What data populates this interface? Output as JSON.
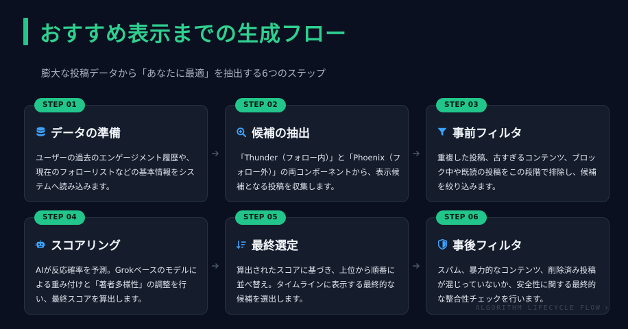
{
  "header": {
    "title": "おすすめ表示までの生成フロー",
    "subtitle": "膨大な投稿データから「あなたに最適」を抽出する6つのステップ"
  },
  "steps": [
    {
      "badge": "STEP 01",
      "icon": "database-icon",
      "title": "データの準備",
      "desc": "ユーザーの過去のエンゲージメント履歴や、現在のフォローリストなどの基本情報をシステムへ読み込みます。"
    },
    {
      "badge": "STEP 02",
      "icon": "search-plus-icon",
      "title": "候補の抽出",
      "desc": "「Thunder（フォロー内）」と「Phoenix（フォロー外）」の両コンポーネントから、表示候補となる投稿を収集します。"
    },
    {
      "badge": "STEP 03",
      "icon": "filter-icon",
      "title": "事前フィルタ",
      "desc": "重複した投稿、古すぎるコンテンツ、ブロック中や既読の投稿をこの段階で排除し、候補を絞り込みます。"
    },
    {
      "badge": "STEP 04",
      "icon": "robot-icon",
      "title": "スコアリング",
      "desc": "AIが反応確率を予測。Grokベースのモデルによる重み付けと「著者多様性」の調整を行い、最終スコアを算出します。"
    },
    {
      "badge": "STEP 05",
      "icon": "sort-descending-icon",
      "title": "最終選定",
      "desc": "算出されたスコアに基づき、上位から順番に並べ替え。タイムラインに表示する最終的な候補を選出します。"
    },
    {
      "badge": "STEP 06",
      "icon": "shield-icon",
      "title": "事後フィルタ",
      "desc": "スパム、暴力的なコンテンツ、削除済み投稿が混じっていないか、安全性に関する最終的な整合性チェックを行います。"
    }
  ],
  "footer": {
    "label": "ALGORITHM LIFECYCLE FLOW",
    "chevron": "›"
  },
  "colors": {
    "accent": "#22c58a",
    "icon_blue": "#3ba3ff",
    "background": "#0b1020",
    "card": "#151c2b"
  }
}
